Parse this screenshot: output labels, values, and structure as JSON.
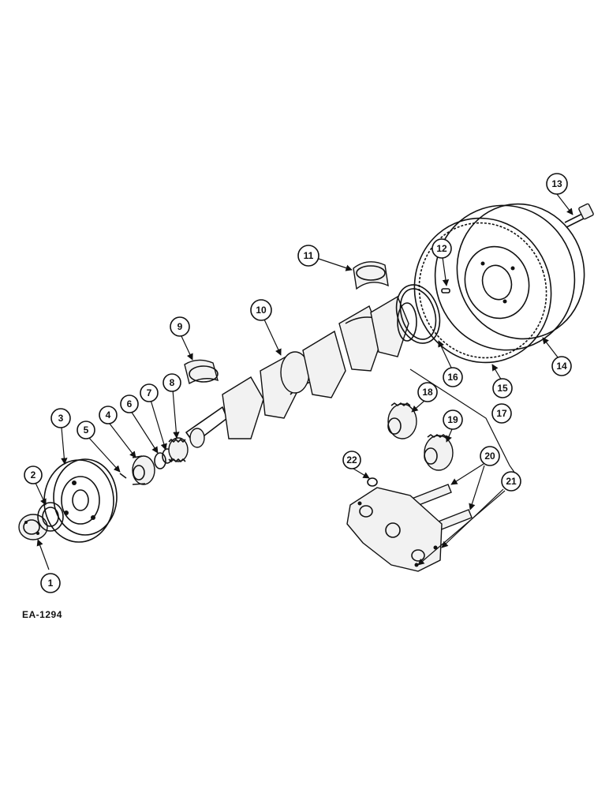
{
  "diagram": {
    "reference_code": "EA-1294",
    "callouts": [
      "1",
      "2",
      "3",
      "4",
      "5",
      "6",
      "7",
      "8",
      "9",
      "10",
      "11",
      "12",
      "13",
      "14",
      "15",
      "16",
      "17",
      "18",
      "19",
      "20",
      "21",
      "22"
    ]
  }
}
